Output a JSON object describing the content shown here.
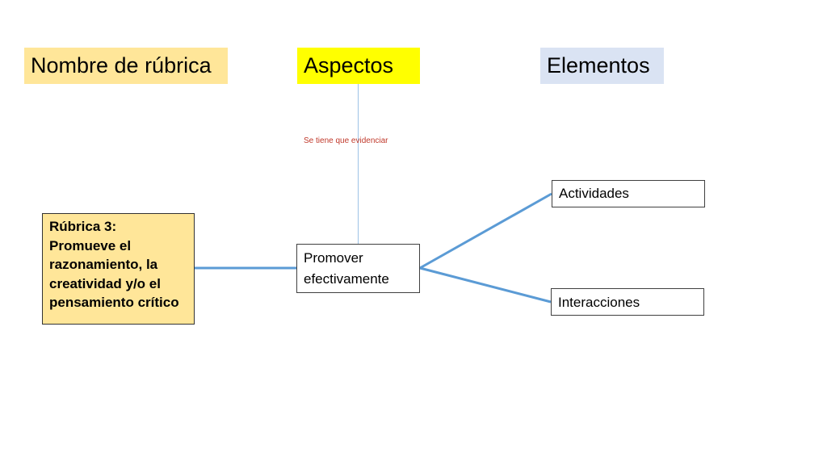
{
  "headers": {
    "rubric_name": "Nombre de rúbrica",
    "aspects": "Aspectos",
    "elements": "Elementos"
  },
  "note": "Se tiene que evidenciar",
  "rubric_box": {
    "lines": [
      "Rúbrica 3:",
      "Promueve el",
      "razonamiento, la",
      "creatividad y/o el",
      "pensamiento crítico"
    ]
  },
  "aspect_box": {
    "lines": [
      "Promover",
      "efectivamente"
    ]
  },
  "element_boxes": {
    "actividades": "Actividades",
    "interacciones": "Interacciones"
  },
  "colors": {
    "rubric_fill": "#ffe699",
    "aspects_fill": "#ffff00",
    "elements_fill": "#dae3f3",
    "connector": "#5b9bd5",
    "note_text": "#c0392b"
  }
}
